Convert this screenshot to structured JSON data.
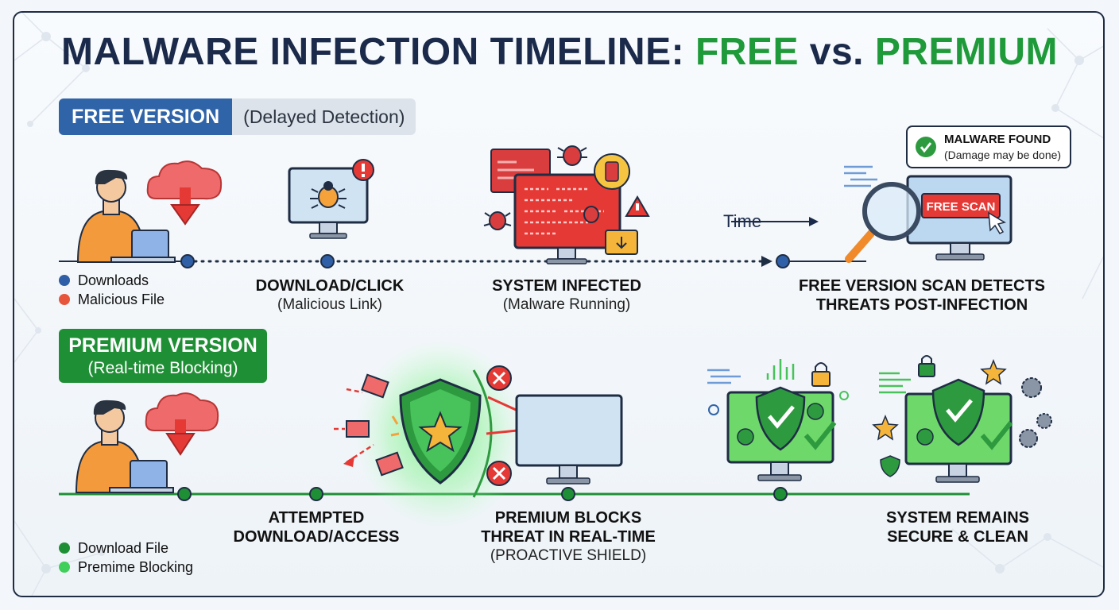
{
  "title": {
    "part1": "MALWARE INFECTION TIMELINE: ",
    "part2": "FREE",
    "part3": " vs. ",
    "part4": "PREMIUM"
  },
  "free": {
    "badge": "FREE VERSION",
    "subtitle": "(Delayed Detection)",
    "legend": [
      "Downloads",
      "Malicious File"
    ],
    "steps": [
      {
        "title": "DOWNLOAD/CLICK",
        "sub": "(Malicious Link)"
      },
      {
        "title": "SYSTEM INFECTED",
        "sub": "(Malware Running)"
      },
      {
        "title": "FREE VERSION SCAN DETECTS",
        "title2": "THREATS POST-INFECTION"
      }
    ],
    "time_label": "Time",
    "callout": {
      "title": "MALWARE FOUND",
      "sub": "(Damage may be done)"
    },
    "scan_button": "FREE SCAN"
  },
  "premium": {
    "badge": "PREMIUM VERSION",
    "subtitle": "(Real-time Blocking)",
    "legend": [
      "Download File",
      "Premime Blocking"
    ],
    "steps": [
      {
        "title": "ATTEMPTED",
        "title2": "DOWNLOAD/ACCESS"
      },
      {
        "title": "PREMIUM BLOCKS",
        "title2": "THREAT IN REAL-TIME",
        "sub": "(PROACTIVE SHIELD)"
      },
      {
        "title": "SYSTEM REMAINS",
        "title2": "SECURE & CLEAN"
      }
    ]
  },
  "colors": {
    "navy": "#1b2a4a",
    "blue": "#2f64a8",
    "green": "#1f9a3a",
    "red": "#e53935",
    "orange": "#f5a23a",
    "free_dot": "#2f5fa6",
    "malicious_dot": "#e7553b",
    "download_dot": "#1f8f35",
    "blocking_dot": "#3fcf5a"
  }
}
